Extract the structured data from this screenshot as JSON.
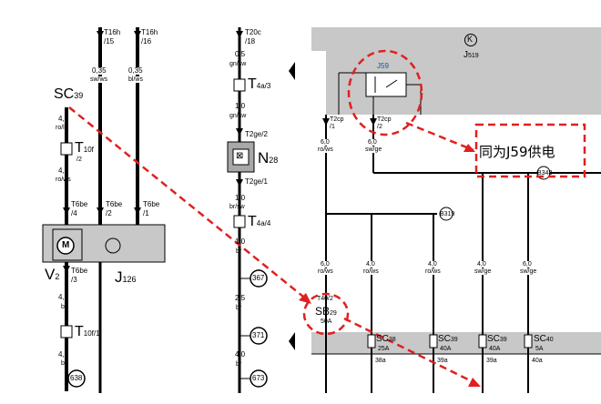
{
  "left": {
    "sc": "SC",
    "sc_sub": "39",
    "w1": "4,0",
    "w1b": "ro/li",
    "t10f": "T",
    "t10f_sub": "10f",
    "t10f_pin": "/2",
    "w2": "4,0",
    "w2b": "ro/ws",
    "t16h_a": "T16h",
    "t16h_a_pin": "/15",
    "t16h_b": "T16h",
    "t16h_b_pin": "/16",
    "w3a": "0,35",
    "w3b": "sw/ws",
    "w4a": "0,35",
    "w4b": "bl/ws",
    "t6be_a": "T6be",
    "t6be_a_pin": "/4",
    "t6be_b": "T6be",
    "t6be_b_pin": "/2",
    "t6be_c": "T6be",
    "t6be_c_pin": "/1",
    "v2": "V",
    "v2_sub": "2",
    "t6be_d": "T6be",
    "t6be_d_pin": "/3",
    "j126": "J",
    "j126_sub": "126",
    "w5": "4,0",
    "w5b": "br",
    "t10f1": "T",
    "t10f1_sub": "10f/1",
    "w6": "4,0",
    "w6b": "br",
    "ref638": "638"
  },
  "middle": {
    "t20c": "T20c",
    "t20c_pin": "/18",
    "w1": "0,5",
    "w1b": "gn/sw",
    "t4a": "T",
    "t4a_sub": "4a/3",
    "w2": "1,0",
    "w2b": "gn/sw",
    "t2ge2": "T2ge/2",
    "n28": "N",
    "n28_sub": "28",
    "t2ge1": "T2ge/1",
    "w3": "1,0",
    "w3b": "br/sw",
    "t4a4": "T",
    "t4a4_sub": "4a/4",
    "w4": "1,0",
    "w4b": "br",
    "ref367": "367",
    "w5": "2,5",
    "w5b": "br",
    "ref371": "371",
    "w6": "4,0",
    "w6b": "br",
    "ref673": "673"
  },
  "right": {
    "j519": "J",
    "j519_sub": "519",
    "j59": "J59",
    "t2cp1": "T2cp",
    "t2cp1_pin": "/1",
    "t2cp2": "T2cp",
    "t2cp2_pin": "/2",
    "w1": "6,0",
    "w1b": "ro/ws",
    "w2": "6,0",
    "w2b": "sw/ge",
    "ref348": "B348",
    "ref319": "B319",
    "w3": "4,0",
    "w3b": "ro/ws",
    "w4": "4,0",
    "w4b": "ro/ws",
    "w5": "4,0",
    "w5b": "sw/ge",
    "w6": "6,0",
    "w6b": "sw/ge",
    "w7": "6,0",
    "w7b": "ro/ws",
    "t40": "T40/2",
    "sb29": "SB",
    "sb29_sub": "29",
    "sb29_amp": "50A",
    "sc38": "SC",
    "sc38_sub": "38",
    "sc38_amp": "25A",
    "sc39": "SC",
    "sc39_sub": "39",
    "sc39_amp": "40A",
    "sc40": "SC",
    "sc40_sub": "39",
    "sc40_amp": "40A",
    "sc41": "SC",
    "sc41_sub": "40",
    "sc41_amp": "5A",
    "f38": "38a",
    "f39": "39a",
    "f40": "39a",
    "f41": "40a"
  },
  "callout": {
    "text": "同为J59供电"
  },
  "colors": {
    "panel": "#c8c8c8",
    "dash": "#e02020",
    "wire": "#000000"
  }
}
